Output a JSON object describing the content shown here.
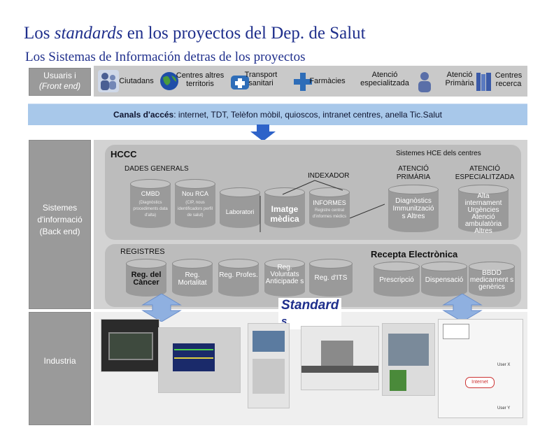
{
  "title": {
    "part1": "Los ",
    "italic": "standards",
    "part2": " en los proyectos del Dep. de Salut"
  },
  "subtitle": "Los Sistemas de Información detras de los proyectos",
  "users_box": {
    "line1": "Usuaris i",
    "line2": "(Front end)"
  },
  "users": [
    {
      "label": "Ciutadans",
      "icon": "people-icon"
    },
    {
      "label": "Centres altres territoris",
      "icon": "globe-icon"
    },
    {
      "label": "Transport sanitari",
      "icon": "ambulance-icon"
    },
    {
      "label": "Farmàcies",
      "icon": "pharmacy-cross-icon"
    },
    {
      "label": "Atenció especialitzada",
      "icon": "doctor-icon"
    },
    {
      "label": "Atenció Primària",
      "icon": "doctor-icon"
    },
    {
      "label": "Centres recerca",
      "icon": "books-icon"
    }
  ],
  "channels": {
    "bold": "Canals d'accés",
    "rest": ": internet, TDT, Telèfon mòbil, quioscos, intranet centres, anella Tic.Salut"
  },
  "backend_box": {
    "line1": "Sistemes",
    "line2": "d'informació",
    "line3": "(Back end)"
  },
  "hccc": {
    "title": "HCCC",
    "dades_generals": "DADES GENERALS",
    "indexador": "INDEXADOR",
    "hce_centres": "Sistemes HCE dels centres",
    "cylinders": [
      {
        "title": "CMBD",
        "sub": "(Diagnòstics procediments data d'alta)"
      },
      {
        "title": "Nou RCA",
        "sub": "(CIP, nous identificadors perfil de salut)"
      },
      {
        "title": "Laboratori",
        "sub": ""
      },
      {
        "title": "Imatge mèdica",
        "sub": ""
      },
      {
        "title": "INFORMES",
        "sub": "Registre central d'informes mèdics"
      }
    ],
    "primaria": {
      "title": "ATENCIÓ PRIMÀRIA",
      "body": "Diagnòstics Immunització s Altres"
    },
    "especialitzada": {
      "title": "ATENCIÓ ESPECIALITZADA",
      "body": "Alta internament Urgències Atenció ambulatòria Altres"
    }
  },
  "registres": {
    "title": "REGISTRES",
    "items": [
      "Reg. del Càncer",
      "Reg. Mortalitat",
      "Reg. Profes.",
      "Reg. Voluntats Anticipade s",
      "Reg. d'ITS"
    ]
  },
  "recepta": {
    "title": "Recepta Electrònica",
    "items": [
      "Prescripció",
      "Dispensació",
      "BBDD medicament s genèrics"
    ]
  },
  "standards": {
    "line1": "Standard",
    "line2": "s"
  },
  "industry_box": {
    "label": "Industria"
  },
  "industry_figures": [
    {
      "name": "medical-monitor-photo"
    },
    {
      "name": "vital-signs-monitor-photo"
    },
    {
      "name": "anesthesia-machine-photo"
    },
    {
      "name": "xray-scanner-photo"
    },
    {
      "name": "lab-automation-photo"
    },
    {
      "name": "network-diagram-photo",
      "labels": [
        "Internet",
        "User X",
        "User Y"
      ]
    }
  ],
  "colors": {
    "title": "#1f2f8c",
    "channels_bg": "#a8c8ea",
    "panel": "#d3d3d3",
    "hccc": "#bcbcbc",
    "cyl": "#9a9a9a",
    "arrow": "#2e63c9"
  }
}
